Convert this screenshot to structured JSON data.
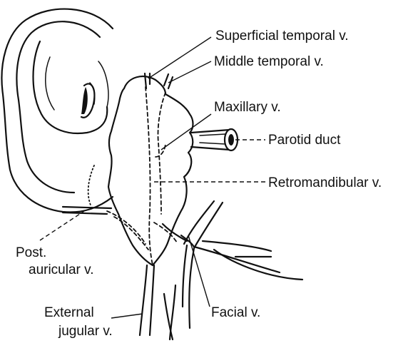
{
  "labels": {
    "superficial_temporal": "Superficial temporal v.",
    "middle_temporal": "Middle temporal v.",
    "maxillary": "Maxillary v.",
    "parotid_duct": "Parotid duct",
    "retromandibular": "Retromandibular v.",
    "post_auricular_line1": "Post.",
    "post_auricular_line2": "auricular v.",
    "external_jugular_line1": "External",
    "external_jugular_line2": "jugular v.",
    "facial": "Facial v."
  },
  "icons": {
    "ear": "ear-icon",
    "parotid_gland": "parotid-gland-icon"
  }
}
